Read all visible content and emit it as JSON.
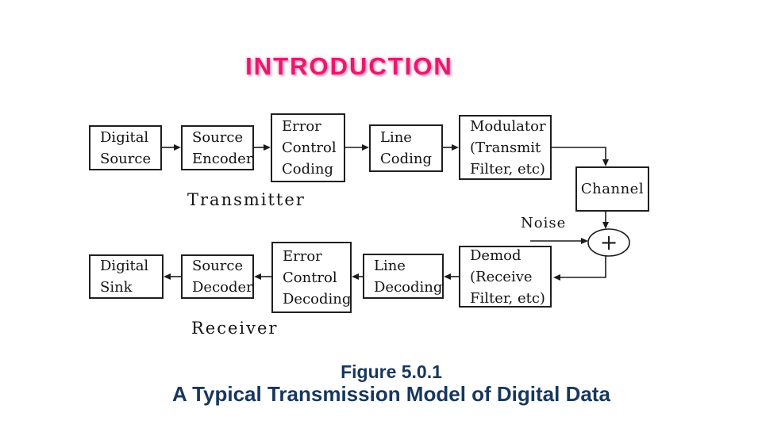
{
  "slide": {
    "title": "INTRODUCTION",
    "caption": {
      "line1": "Figure 5.0.1",
      "line2": "A Typical Transmission Model of Digital Data"
    }
  },
  "colors": {
    "title_pink": "#E8186D",
    "title_glow": "#F4A8C8",
    "caption_navy": "#17375E",
    "diagram_ink": "#1C1C1C",
    "background": "#FFFFFF"
  },
  "diagram": {
    "transmitter_label": "Transmitter",
    "receiver_label": "Receiver",
    "noise_label": "Noise",
    "adder_symbol": "+",
    "blocks": {
      "digital_source": {
        "lines": [
          "Digital",
          "Source"
        ]
      },
      "source_encoder": {
        "lines": [
          "Source",
          "Encoder"
        ]
      },
      "error_control_coding": {
        "lines": [
          "Error",
          "Control",
          "Coding"
        ]
      },
      "line_coding": {
        "lines": [
          "Line",
          "Coding"
        ]
      },
      "modulator": {
        "lines": [
          "Modulator",
          "(Transmit",
          "Filter, etc)"
        ]
      },
      "channel": {
        "lines": [
          "Channel"
        ]
      },
      "digital_sink": {
        "lines": [
          "Digital",
          "Sink"
        ]
      },
      "source_decoder": {
        "lines": [
          "Source",
          "Decoder"
        ]
      },
      "error_control_decoding": {
        "lines": [
          "Error",
          "Control",
          "Decoding"
        ]
      },
      "line_decoding": {
        "lines": [
          "Line",
          "Decoding"
        ]
      },
      "demod": {
        "lines": [
          "Demod",
          "(Receive",
          "Filter, etc)"
        ]
      }
    }
  }
}
